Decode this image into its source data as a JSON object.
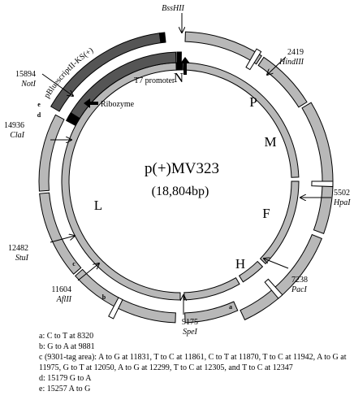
{
  "title": "p(+)MV323",
  "size": "(18,804bp)",
  "vector_label": "pBluescriptII-KS(+)",
  "t7_label": "T7 promoter",
  "ribozyme_label": "Ribozyme",
  "genes": [
    "N",
    "P",
    "M",
    "F",
    "H",
    "L"
  ],
  "sites": [
    {
      "pos": "",
      "enzyme": "BssHII"
    },
    {
      "pos": "2419",
      "enzyme": "HindIII"
    },
    {
      "pos": "5502",
      "enzyme": "HpaI"
    },
    {
      "pos": "7238",
      "enzyme": "PacI"
    },
    {
      "pos": "9175",
      "enzyme": "SpeI"
    },
    {
      "pos": "11604",
      "enzyme": "AflII"
    },
    {
      "pos": "12482",
      "enzyme": "StuI"
    },
    {
      "pos": "14936",
      "enzyme": "ClaI"
    },
    {
      "pos": "15894",
      "enzyme": "NotI"
    }
  ],
  "fragment_tags": [
    "a",
    "b",
    "c",
    "d",
    "e"
  ],
  "legend": [
    "a:  C to T at 8320",
    "b:  G to A at 9881",
    "c (9301-tag area):  A to G at 11831, T to C at 11861, C to T at 11870, T to C at 11942, A to G at 11975, G to T at 12050, A to G at 12299, T to C at 12305, and T to C at 12347",
    "d:  15179 G to A",
    "e:  15257 A to G"
  ],
  "colors": {
    "ring": "#b8b8b8",
    "vector": "#555555",
    "outline": "#000000",
    "black_band": "#000000"
  }
}
